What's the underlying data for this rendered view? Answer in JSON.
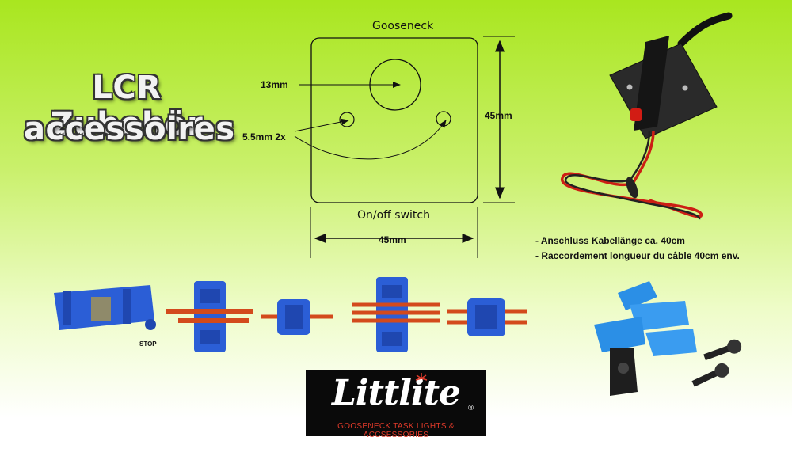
{
  "title": {
    "line1": "LCR Zubehör",
    "line2": "accessoires"
  },
  "diagram": {
    "top_label": "Gooseneck",
    "bottom_label": "On/off switch",
    "hole_large_label": "13mm",
    "hole_small_label": "5.5mm 2x",
    "height_label": "45mm",
    "width_label": "45mm"
  },
  "notes": [
    "- Anschluss Kabellänge ca. 40cm",
    "- Raccordement longueur du câble 40cm env."
  ],
  "connector_row": {
    "stop_label": "STOP"
  },
  "logo": {
    "brand": "Littlite",
    "registered": "®",
    "tagline": "GOOSENECK TASK LIGHTS & ACCSESSORIES"
  },
  "colors": {
    "accent_blue": "#2b5ed6",
    "wire_red": "#d32a1a",
    "logo_red": "#e03a2a"
  }
}
